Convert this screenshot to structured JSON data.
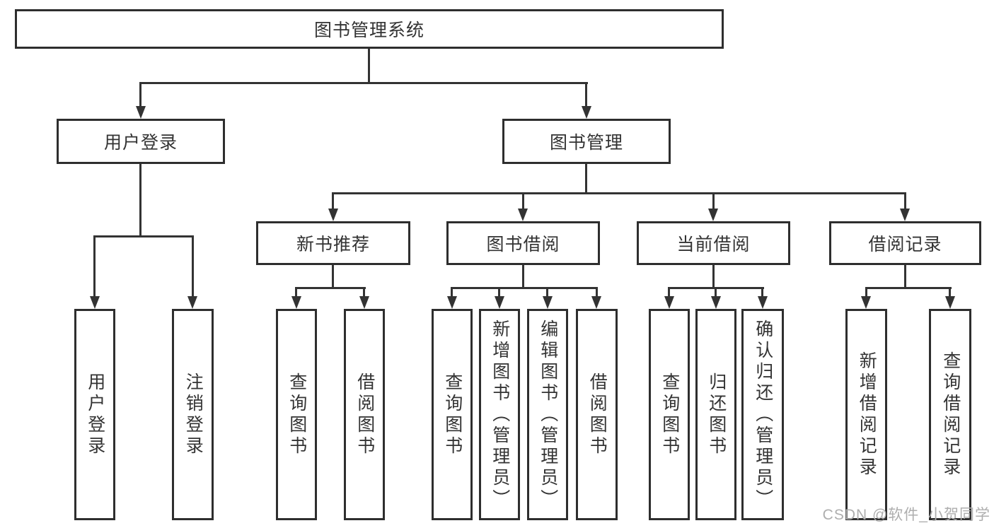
{
  "diagram": {
    "nodes": {
      "root": "图书管理系统",
      "user_login": "用户登录",
      "book_mgmt": "图书管理",
      "new_book_rec": "新书推荐",
      "book_borrow": "图书借阅",
      "current_borrow": "当前借阅",
      "borrow_record": "借阅记录",
      "leaf_user_login": "用户登录",
      "leaf_logout": "注销登录",
      "leaf_query_book_1": "查询图书",
      "leaf_borrow_book_1": "借阅图书",
      "leaf_query_book_2": "查询图书",
      "leaf_add_book_admin": "新增图书（管理员）",
      "leaf_edit_book_admin": "编辑图书（管理员）",
      "leaf_borrow_book_2": "借阅图书",
      "leaf_query_book_3": "查询图书",
      "leaf_return_book": "归还图书",
      "leaf_confirm_return_admin": "确认归还（管理员）",
      "leaf_add_borrow_record": "新增借阅记录",
      "leaf_query_borrow_record": "查询借阅记录"
    },
    "colors": {
      "line": "#333333",
      "border": "#2e2e2e",
      "text": "#333333",
      "background": "#ffffff",
      "watermark": "#aeaeae"
    }
  },
  "watermark": {
    "text": "CSDN @软件_小贺同学"
  }
}
